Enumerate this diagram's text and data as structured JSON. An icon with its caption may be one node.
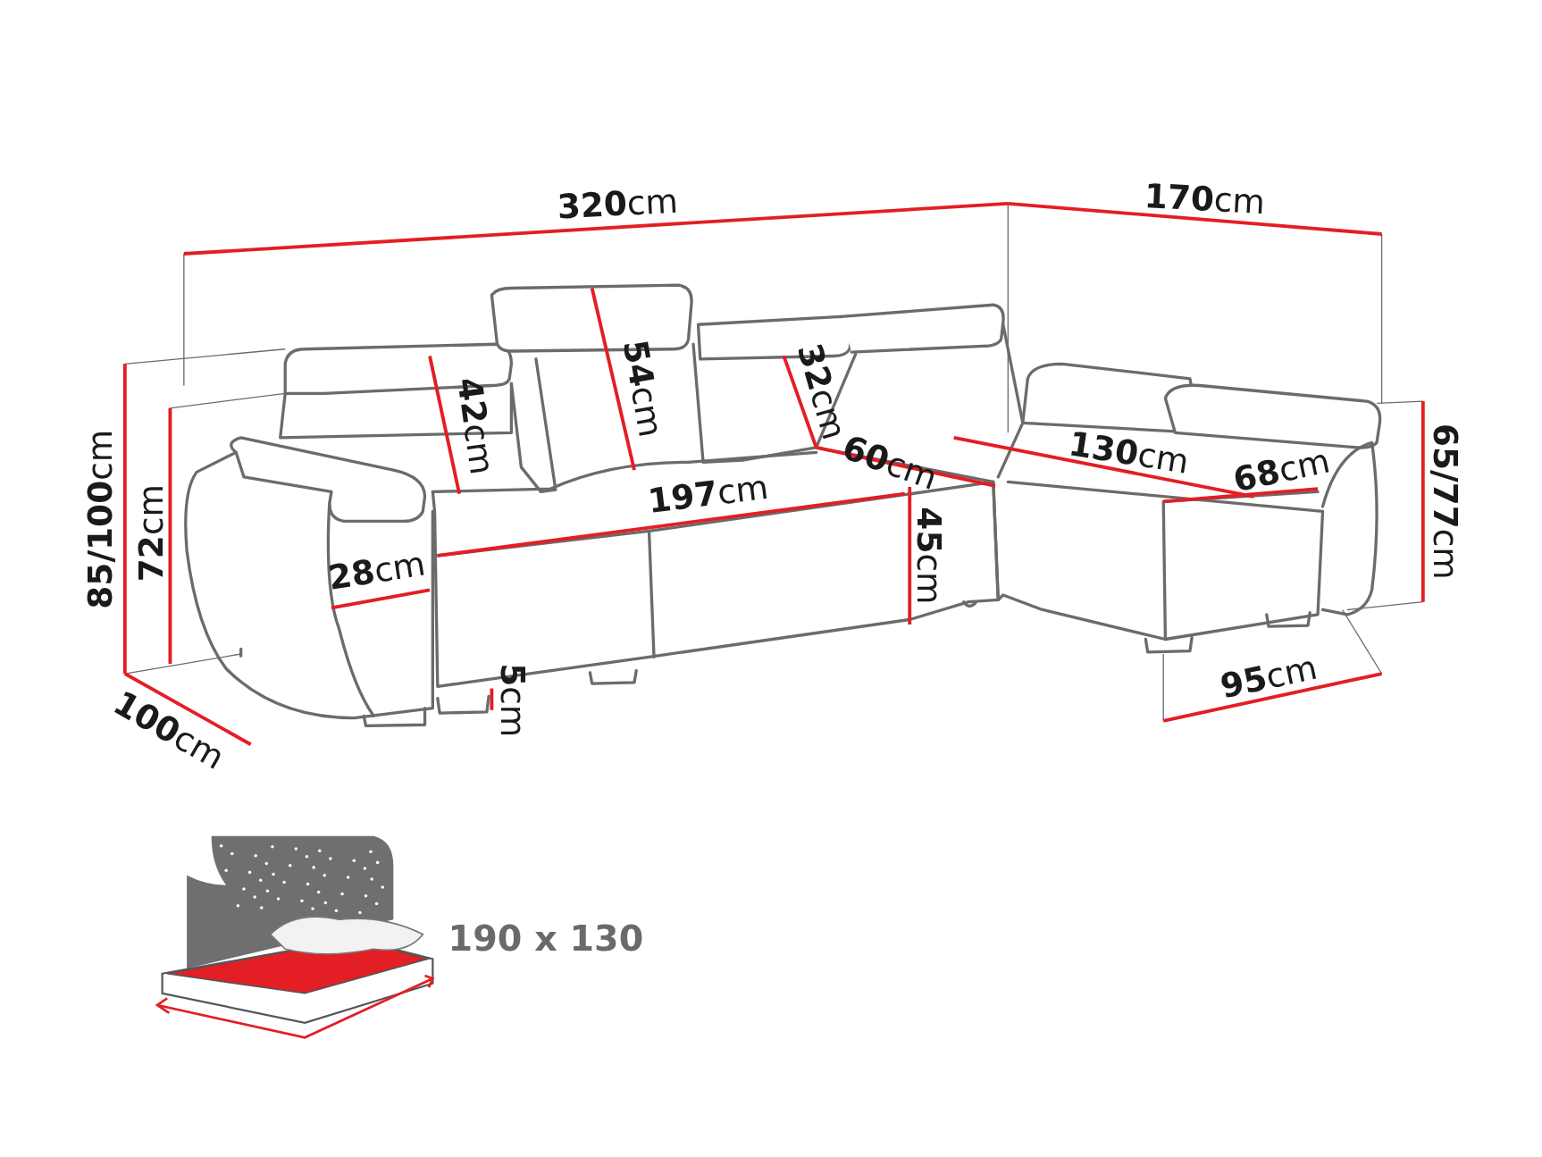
{
  "diagram": {
    "labels": [
      "**320**cm",
      "**170**cm",
      "**42**cm",
      "**54**cm",
      "**32**cm",
      "**60**cm",
      "**130**cm",
      "**85/100**cm",
      "**72**cm",
      "**197**cm",
      "**68**cm",
      "**65/77**cm",
      "**28**cm",
      "**45**cm",
      "**5**cm",
      "**95**cm",
      "**100**cm",
      "190 x 130"
    ]
  }
}
